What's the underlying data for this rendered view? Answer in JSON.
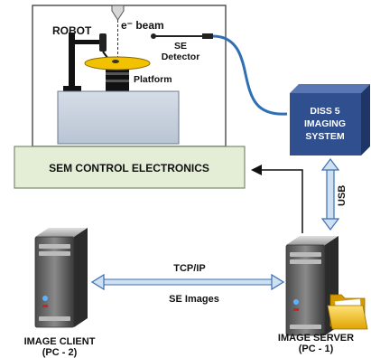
{
  "labels": {
    "robot": "ROBOT",
    "e_beam": "e⁻ beam",
    "se_detector_1": "SE",
    "se_detector_2": "Detector",
    "platform": "Platform",
    "control": "SEM CONTROL ELECTRONICS",
    "diss_1": "DISS 5",
    "diss_2": "IMAGING",
    "diss_3": "SYSTEM",
    "usb": "USB",
    "tcpip": "TCP/IP",
    "se_images": "SE Images",
    "client_1": "IMAGE CLIENT",
    "client_2": "(PC - 2)",
    "server_1": "IMAGE SERVER",
    "server_2": "(PC - 1)"
  },
  "colors": {
    "panel_green": "#e4eed6",
    "cube_blue": "#2f4f8f",
    "cable_blue": "#2e6fb5",
    "platform_yellow": "#f2c200"
  }
}
